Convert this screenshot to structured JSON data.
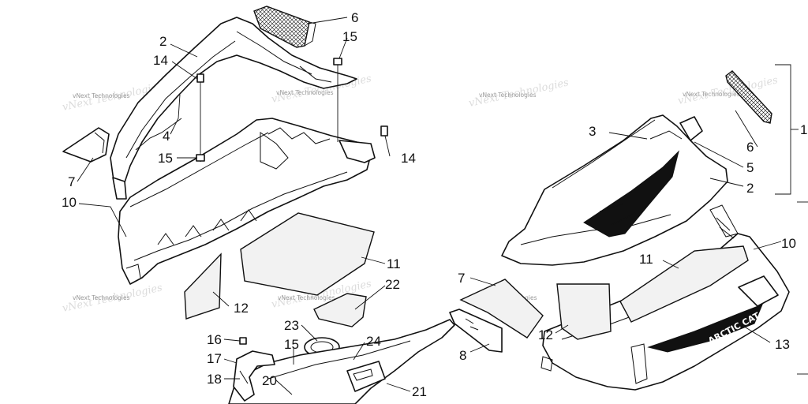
{
  "watermark": "vNext Technologies",
  "logo_text": "ARCTIC CAT",
  "callouts": {
    "l2": "2",
    "l14a": "14",
    "l6": "6",
    "l15a": "15",
    "l4": "4",
    "l14b": "14",
    "l15b": "15",
    "l7": "7",
    "l10": "10",
    "l11": "11",
    "l22": "22",
    "l12": "12",
    "l23": "23",
    "l24": "24",
    "l16": "16",
    "l15c": "15",
    "l17": "17",
    "l18": "18",
    "l20": "20",
    "l21": "21",
    "r3": "3",
    "r1": "1",
    "r6": "6",
    "r5": "5",
    "r2": "2",
    "r10": "10",
    "r11": "11",
    "r7": "7",
    "r12": "12",
    "r8": "8",
    "r13": "13"
  }
}
